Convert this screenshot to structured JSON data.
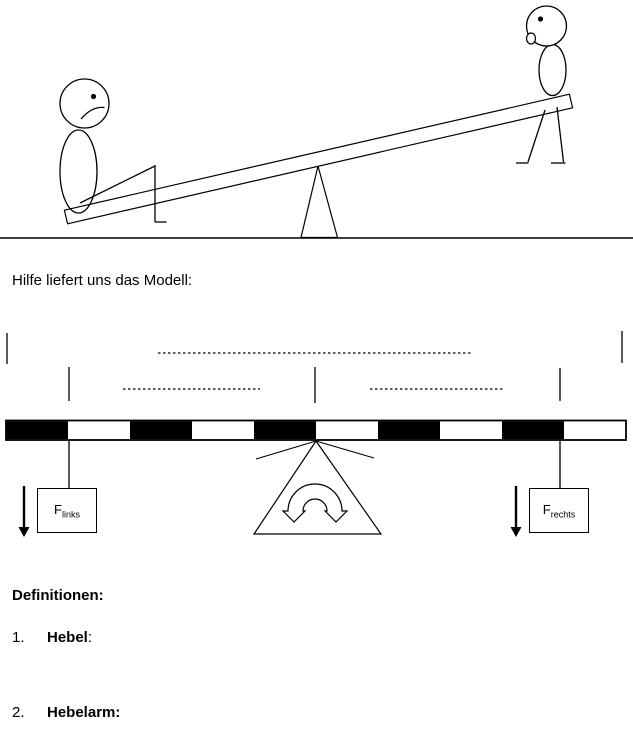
{
  "page": {
    "intro_text": "Hilfe liefert uns das Modell:",
    "model": {
      "left_force": {
        "symbol": "F",
        "subscript": "links"
      },
      "right_force": {
        "symbol": "F",
        "subscript": "rechts"
      }
    },
    "definitions": {
      "heading": "Definitionen:",
      "items": [
        {
          "number": "1.",
          "term": "Hebel",
          "suffix": ":"
        },
        {
          "number": "2.",
          "term": "Hebelarm:",
          "suffix": ""
        }
      ]
    },
    "colors": {
      "ink": "#000000",
      "paper": "#ffffff"
    }
  }
}
